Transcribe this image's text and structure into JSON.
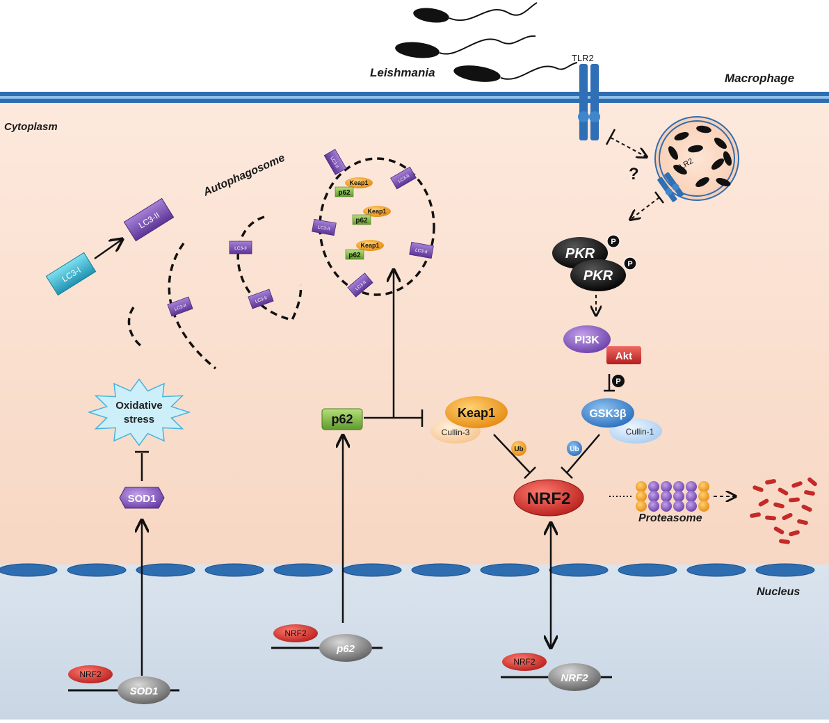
{
  "labels": {
    "leishmania": "Leishmania",
    "macrophage": "Macrophage",
    "cytoplasm": "Cytoplasm",
    "nucleus": "Nucleus",
    "tlr2_membrane": "TLR2",
    "tlr2_vesicle": "TLR2",
    "question": "?",
    "autophagosome": "Autophagosome",
    "lc3_i": "LC3-I",
    "lc3_ii": "LC3-II",
    "lc3_ii_small": "LC3-II",
    "keap1_small": "Keap1",
    "p62_small": "p62",
    "pkr": "PKR",
    "phospho": "P",
    "pi3k": "PI3K",
    "akt": "Akt",
    "gsk3b": "GSK3β",
    "cullin1": "Cullin-1",
    "keap1": "Keap1",
    "cullin3": "Cullin-3",
    "ub": "Ub",
    "p62": "p62",
    "nrf2": "NRF2",
    "proteasome": "Proteasome",
    "oxidative_line1": "Oxidative",
    "oxidative_line2": "stress",
    "sod1": "SOD1",
    "gene_nrf2": "NRF2",
    "gene_sod1": "SOD1",
    "gene_p62": "p62"
  },
  "colors": {
    "cytoplasm": "#fbe3d4",
    "nucleus": "#d6e1ec",
    "membrane": "#2e6db0",
    "lc3_ii": "#7b4fb0",
    "lc3_i": "#3fb6cf",
    "keap1": "#f0a020",
    "p62": "#7cb342",
    "nrf2": "#d1302e",
    "pkr": "#111111",
    "pi3k": "#8a5bc0",
    "akt": "#d23030",
    "gsk3b": "#3f86cc",
    "proteasome_orange": "#f0a020",
    "proteasome_purple": "#6a3ea8"
  }
}
